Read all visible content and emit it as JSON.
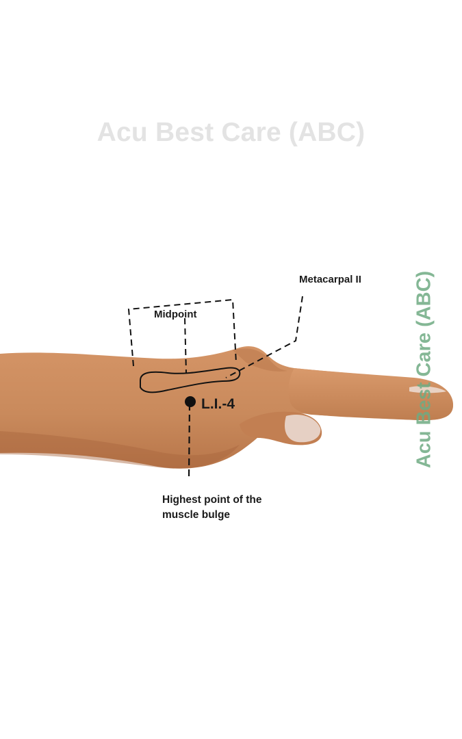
{
  "watermark": {
    "top_text": "Acu Best Care (ABC)",
    "side_text": "Acu Best Care (ABC)",
    "top_color": "#e3e3e3",
    "side_color": "#6eaa82"
  },
  "diagram": {
    "point_label": "L.I.-4",
    "labels": {
      "metacarpal": "Metacarpal II",
      "midpoint": "Midpoint",
      "highest_point": "Highest point of the muscle bulge"
    },
    "colors": {
      "skin": "#c98a5c",
      "skin_shadow": "#a9673d",
      "nail": "#e9d2c4",
      "lines": "#111111"
    }
  }
}
